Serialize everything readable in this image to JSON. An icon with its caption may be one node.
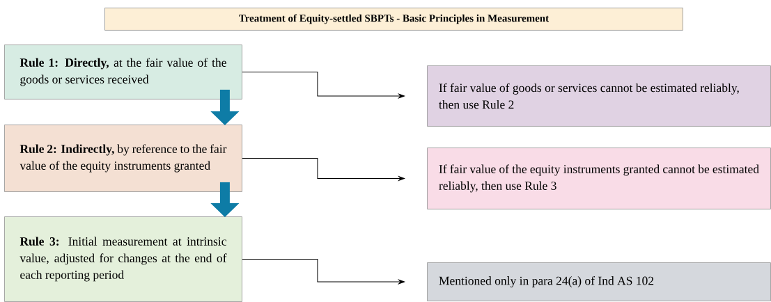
{
  "diagram": {
    "title": "Treatment of Equity-settled SBPTs - Basic Principles in Measurement",
    "nodes": [
      {
        "text": [
          "**Rule 1: Directly,** at the fair value of the goods or services received"
        ]
      },
      {
        "text": [
          "**Rule 2: Indirectly,** by reference to the fair value of the equity instruments granted"
        ]
      },
      {
        "text": [
          "**Rule 3:** Initial measurement at intrinsic value, adjusted for changes at the end of each reporting period"
        ]
      },
      {
        "text": [
          "If fair value of goods or services cannot be estimated reliably, then use Rule 2"
        ]
      },
      {
        "text": [
          "If fair value of the equity instruments granted cannot be estimated reliably, then use Rule 3"
        ]
      },
      {
        "text": [
          "Mentioned only in para 24(a) of Ind AS 102"
        ]
      }
    ],
    "edges": [
      {
        "from": 0,
        "to": 3,
        "arrow": "to"
      },
      {
        "from": 1,
        "to": 4,
        "arrow": "to"
      },
      {
        "from": 2,
        "to": 5,
        "arrow": "to"
      },
      {
        "from": 0,
        "to": 1,
        "arrow": "to",
        "style": "thick",
        "color": "#0e7ca6"
      },
      {
        "from": 1,
        "to": 2,
        "arrow": "to",
        "style": "thick",
        "color": "#0e7ca6"
      }
    ]
  }
}
